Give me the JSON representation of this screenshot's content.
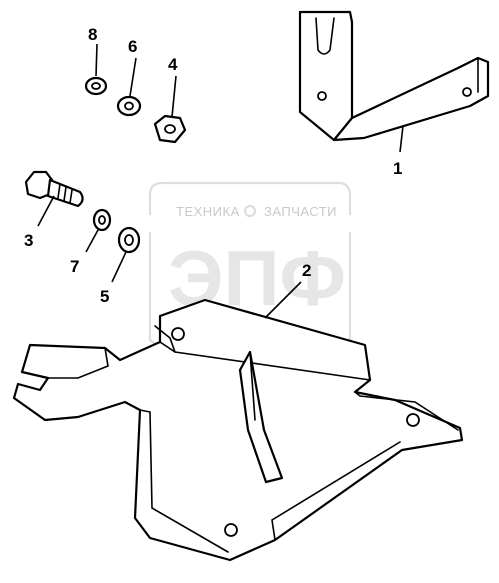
{
  "watermark": {
    "top_text_left": "ТЕХНИКА",
    "top_text_right": "ЗАПЧАСТИ",
    "main_text": "ЭПФ"
  },
  "callouts": [
    {
      "id": "1",
      "label": "1"
    },
    {
      "id": "2",
      "label": "2"
    },
    {
      "id": "3",
      "label": "3"
    },
    {
      "id": "4",
      "label": "4"
    },
    {
      "id": "5",
      "label": "5"
    },
    {
      "id": "6",
      "label": "6"
    },
    {
      "id": "7",
      "label": "7"
    },
    {
      "id": "8",
      "label": "8"
    }
  ]
}
